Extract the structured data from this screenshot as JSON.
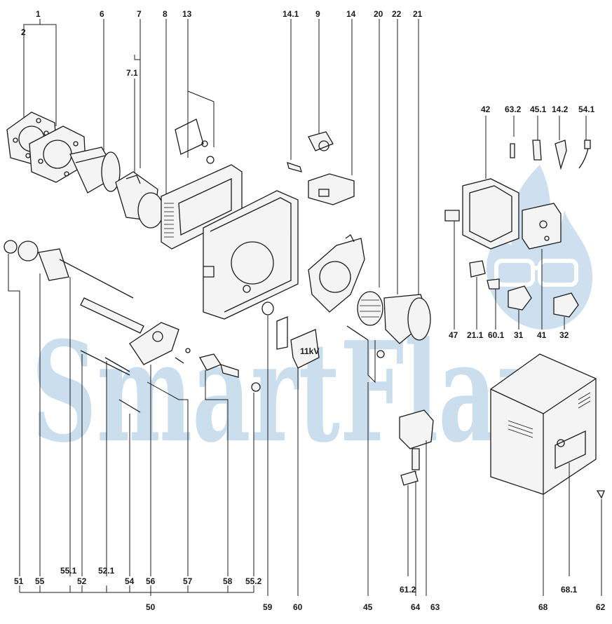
{
  "watermark": {
    "text": "SmartFlam",
    "color": "#b9d3e8"
  },
  "colors": {
    "ink": "#1b1b1b",
    "watermark": "#b9d3e8",
    "background": "#ffffff"
  },
  "labels": {
    "l1": "1",
    "l2": "2",
    "l6": "6",
    "l7": "7",
    "l7_1": "7.1",
    "l8": "8",
    "l13": "13",
    "l14_1": "14.1",
    "l9": "9",
    "l14": "14",
    "l20": "20",
    "l22": "22",
    "l21": "21",
    "l42": "42",
    "l63_2": "63.2",
    "l45_1": "45.1",
    "l14_2": "14.2",
    "l54_1": "54.1",
    "l47": "47",
    "l21_1": "21.1",
    "l60_1": "60.1",
    "l31": "31",
    "l41": "41",
    "l32": "32",
    "l51": "51",
    "l55": "55",
    "l55_1": "55.1",
    "l52": "52",
    "l52_1": "52.1",
    "l54": "54",
    "l56": "56",
    "l57": "57",
    "l58": "58",
    "l55_2": "55.2",
    "l50": "50",
    "l59": "59",
    "l60": "60",
    "l45": "45",
    "l61_2": "61.2",
    "l64": "64",
    "l63": "63",
    "l68": "68",
    "l68_1": "68.1",
    "l62": "62"
  },
  "transformer_mark": "11kV",
  "icons": [
    "glasses-icon",
    "flame-icon"
  ]
}
